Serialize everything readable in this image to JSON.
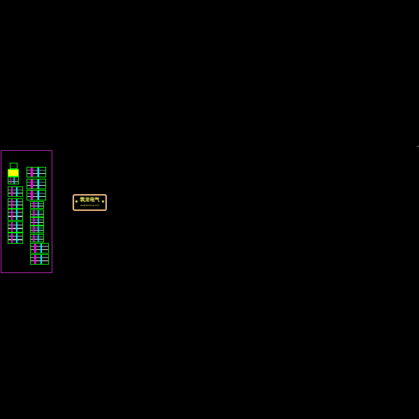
{
  "drawing": {
    "stamp": {
      "title": "筑龙电气",
      "url": "www.zhulong.com"
    },
    "sheets_left_count": 8,
    "sheets_right_count": 10,
    "colors": {
      "frame": "#c02cc0",
      "sheet_border": "#00ff00",
      "stamp_border": "#ffc890",
      "stamp_text": "#ffff66"
    }
  }
}
